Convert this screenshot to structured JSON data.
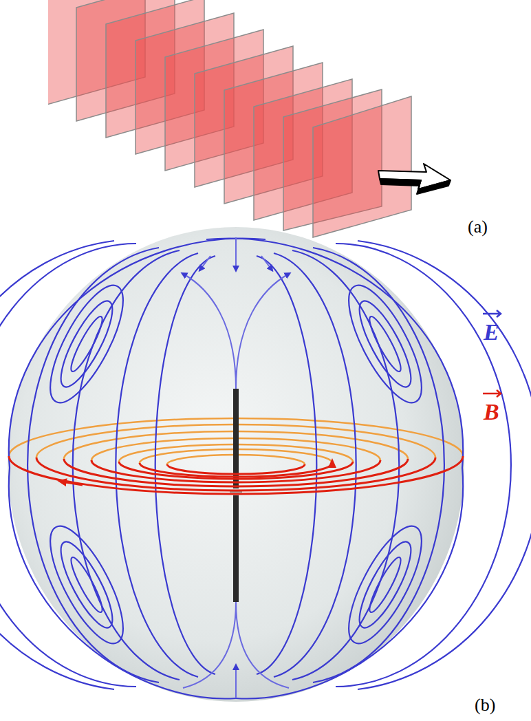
{
  "diagram": {
    "labels": [
      "(a)",
      "E",
      "B",
      "(b)"
    ]
  }
}
